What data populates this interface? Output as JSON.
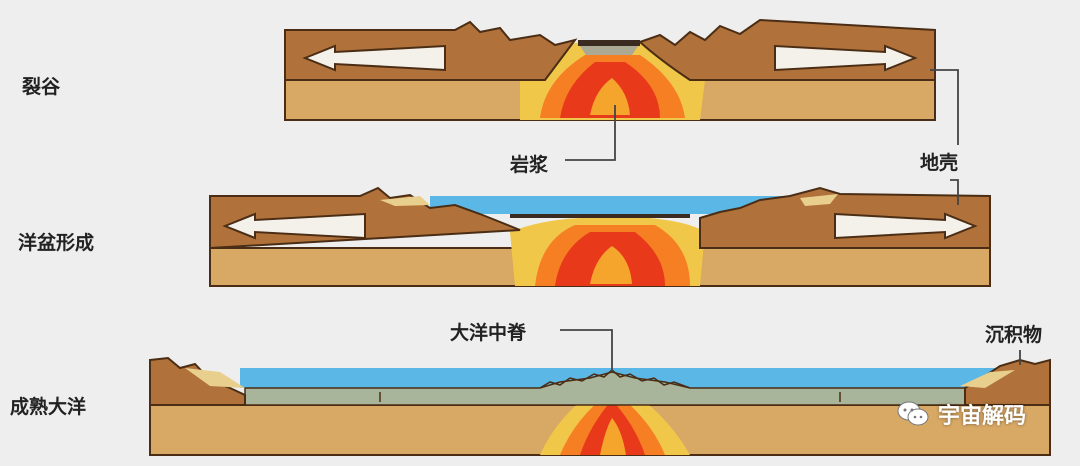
{
  "stages": [
    {
      "label": "裂谷"
    },
    {
      "label": "洋盆形成"
    },
    {
      "label": "成熟大洋"
    }
  ],
  "callouts": {
    "magma": "岩浆",
    "crust": "地壳",
    "ridge": "大洋中脊",
    "sediment": "沉积物"
  },
  "watermark": {
    "text": "宇宙解码",
    "icon": "wechat-icon"
  },
  "colors": {
    "background": "#eeeeee",
    "crust_top": "#b0723a",
    "crust_lower": "#d8a865",
    "outline": "#4a2d14",
    "ocean": "#5bb8e6",
    "ocean_floor": "#a9b59a",
    "magma_outer": "#f1c74a",
    "magma_mid": "#f57f22",
    "magma_core": "#e83a1a",
    "sand": "#e9cf8e"
  }
}
